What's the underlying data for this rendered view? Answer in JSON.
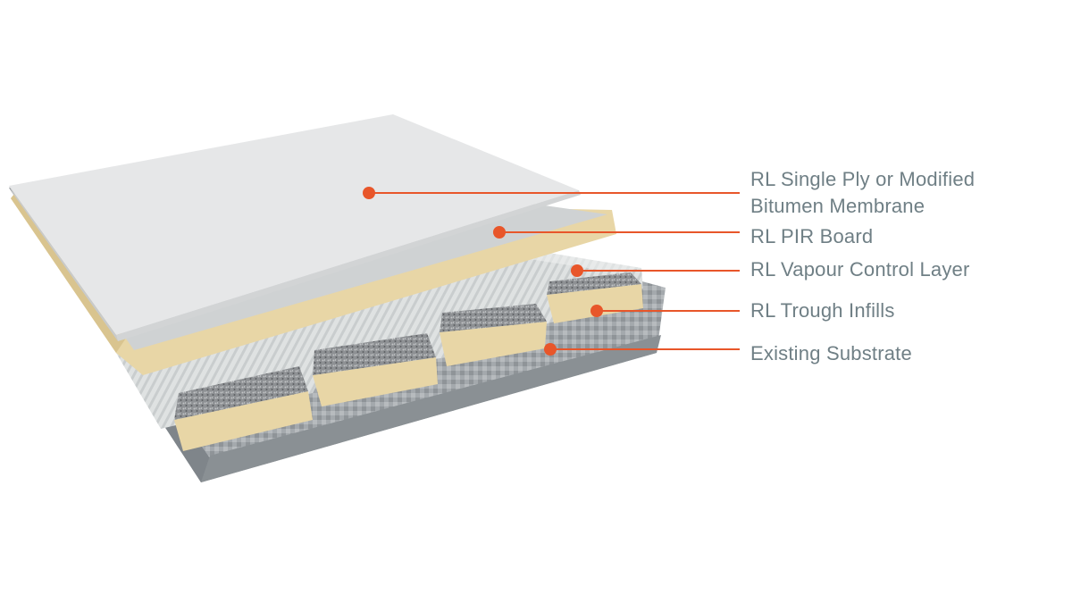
{
  "labels": {
    "membrane_line1": "RL Single Ply or Modified",
    "membrane_line2": "Bitumen Membrane",
    "pir_board": "RL PIR Board",
    "vapour_control": "RL Vapour Control Layer",
    "trough_infills": "RL Trough Infills",
    "substrate": "Existing Substrate"
  },
  "colors": {
    "leader_line": "#e8562a",
    "label_text": "#6f7f85",
    "membrane": "#e6e7e8",
    "pir_foam": "#e8d6a6",
    "vapour_layer": "#d9dcdc",
    "substrate_metal": "#9aa0a4"
  }
}
